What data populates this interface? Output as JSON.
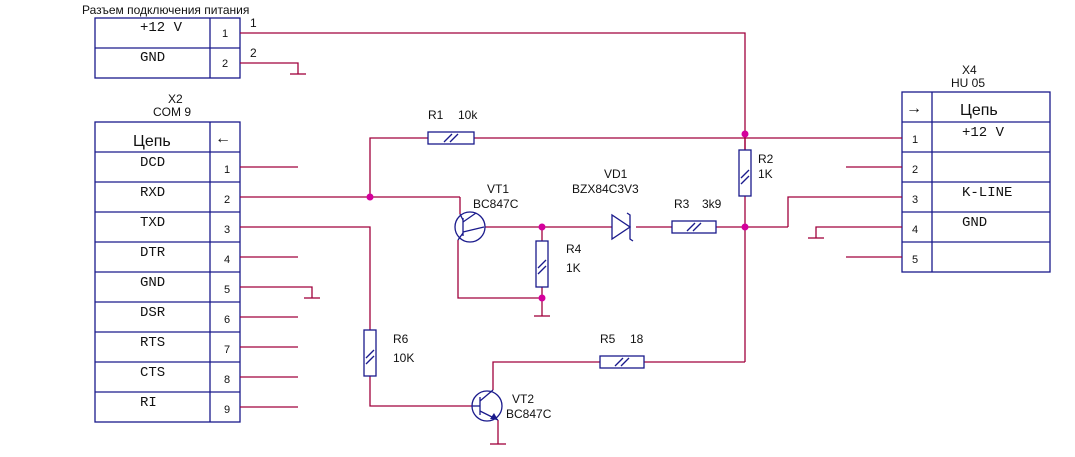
{
  "power_connector": {
    "title": "Разъем подключения питания",
    "rows": [
      {
        "signal": "+12 V",
        "pin": "1",
        "wire": "1"
      },
      {
        "signal": "GND",
        "pin": "2",
        "wire": "2"
      }
    ]
  },
  "x2": {
    "ref": "X2",
    "name": "COM 9",
    "header": "Цепь",
    "arrow": "←",
    "rows": [
      {
        "signal": "DCD",
        "pin": "1"
      },
      {
        "signal": "RXD",
        "pin": "2"
      },
      {
        "signal": "TXD",
        "pin": "3"
      },
      {
        "signal": "DTR",
        "pin": "4"
      },
      {
        "signal": "GND",
        "pin": "5"
      },
      {
        "signal": "DSR",
        "pin": "6"
      },
      {
        "signal": "RTS",
        "pin": "7"
      },
      {
        "signal": "CTS",
        "pin": "8"
      },
      {
        "signal": "RI",
        "pin": "9"
      }
    ]
  },
  "x4": {
    "ref": "X4",
    "name": "HU 05",
    "header": "Цепь",
    "arrow": "→",
    "rows": [
      {
        "signal": "+12 V",
        "pin": "1"
      },
      {
        "signal": "",
        "pin": "2"
      },
      {
        "signal": "K-LINE",
        "pin": "3"
      },
      {
        "signal": "GND",
        "pin": "4"
      },
      {
        "signal": "",
        "pin": "5"
      }
    ]
  },
  "components": {
    "r1": {
      "ref": "R1",
      "value": "10k"
    },
    "r2": {
      "ref": "R2",
      "value": "1K"
    },
    "r3": {
      "ref": "R3",
      "value": "3k9"
    },
    "r4": {
      "ref": "R4",
      "value": "1K"
    },
    "r5": {
      "ref": "R5",
      "value": "18"
    },
    "r6": {
      "ref": "R6",
      "value": "10K"
    },
    "vd1": {
      "ref": "VD1",
      "value": "BZX84C3V3"
    },
    "vt1": {
      "ref": "VT1",
      "value": "BC847C"
    },
    "vt2": {
      "ref": "VT2",
      "value": "BC847C"
    }
  }
}
